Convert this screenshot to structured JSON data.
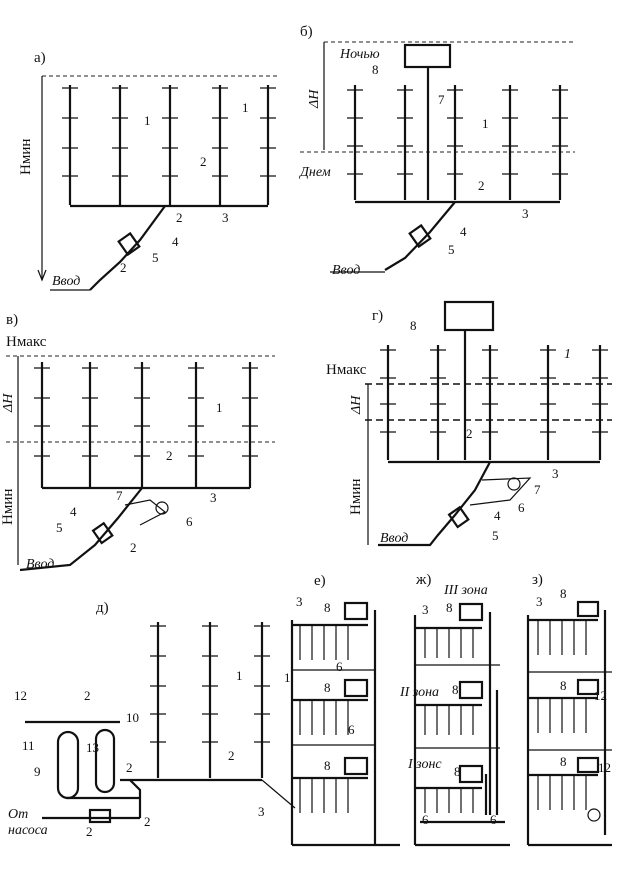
{
  "panels": {
    "a": "а)",
    "b": "б)",
    "v": "в)",
    "g": "г)",
    "d": "д)",
    "e": "е)",
    "zh": "ж)",
    "z": "з)"
  },
  "labels": {
    "vvod": "Ввод",
    "nochyu": "Ночью",
    "dnem": "Днем",
    "h_min": "Hмин",
    "h_maks": "Hмакс",
    "delta_h": "ΔH",
    "ot": "От",
    "nasosa": "насоса",
    "zone3": "III зона",
    "zone2": "II зона",
    "zone1": "I зонс"
  },
  "numbers": {
    "n1": "1",
    "n2": "2",
    "n3": "3",
    "n4": "4",
    "n5": "5",
    "n6": "6",
    "n7": "7",
    "n8": "8",
    "n9": "9",
    "n10": "10",
    "n11": "11",
    "n12": "12"
  }
}
